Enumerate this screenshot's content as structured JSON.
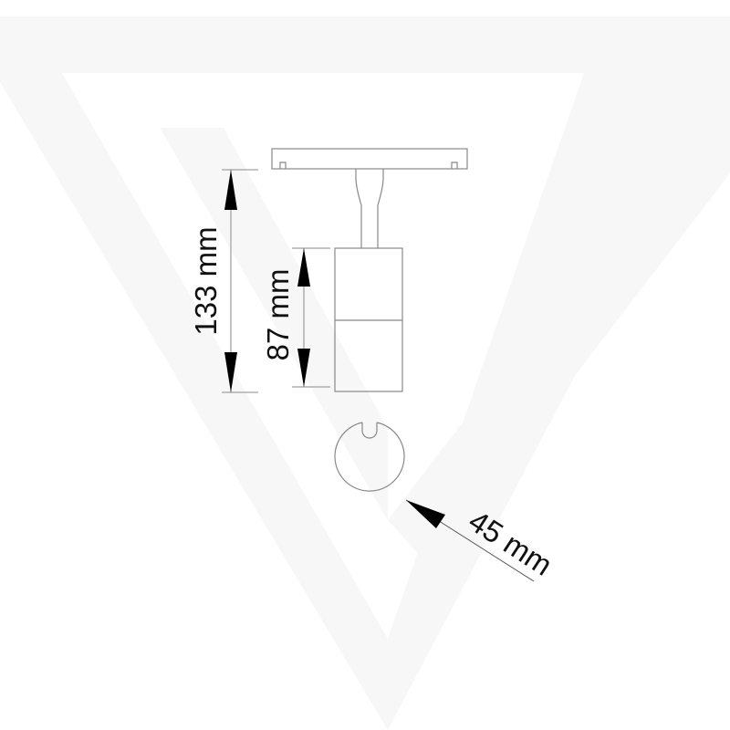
{
  "drawing": {
    "dimensions": {
      "total_height": "133 mm",
      "body_height": "87 mm",
      "diameter": "45 mm"
    }
  },
  "colors": {
    "line": "#888888",
    "arrow": "#000000",
    "watermark": "#f7f7f7"
  }
}
